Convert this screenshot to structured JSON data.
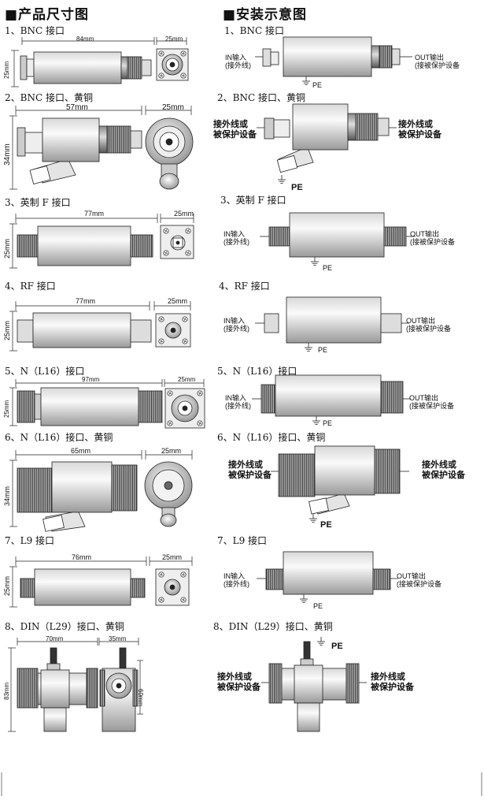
{
  "headers": {
    "left": "■产品尺寸图",
    "right": "■安装示意图"
  },
  "left": {
    "s1": {
      "title": "1、BNC 接口",
      "w": "84mm",
      "w2": "25mm",
      "h": "25mm"
    },
    "s2": {
      "title": "2、BNC 接口、黄铜",
      "w": "57mm",
      "w2": "25mm",
      "h": "34mm"
    },
    "s3": {
      "title": "3、英制 F 接口",
      "w": "77mm",
      "w2": "25mm",
      "h": "25mm"
    },
    "s4": {
      "title": "4、RF 接口",
      "w": "77mm",
      "w2": "25mm",
      "h": "25mm"
    },
    "s5": {
      "title": "5、N（L16）接口",
      "w": "97mm",
      "w2": "25mm",
      "h": "25mm"
    },
    "s6": {
      "title": "6、N（L16）接口、黄铜",
      "w": "65mm",
      "w2": "25mm",
      "h": "34mm"
    },
    "s7": {
      "title": "7、L9 接口",
      "w": "76mm",
      "w2": "25mm",
      "h": "25mm"
    },
    "s8": {
      "title": "8、DIN（L29）接口、黄铜",
      "w": "70mm",
      "w2": "35mm",
      "h": "83mm",
      "h2": "60mm"
    }
  },
  "right": {
    "s1": {
      "title": "1、BNC 接口"
    },
    "s2": {
      "title": "2、BNC 接口、黄铜"
    },
    "s3": {
      "title": "3、英制 F 接口"
    },
    "s4": {
      "title": "4、RF 接口"
    },
    "s5": {
      "title": "5、N（L16）接口"
    },
    "s6": {
      "title": "6、N（L16）接口、黄铜"
    },
    "s7": {
      "title": "7、L9 接口"
    },
    "s8": {
      "title": "8、DIN（L29）接口、黄铜"
    }
  },
  "io": {
    "in1": "IN输入",
    "in2": "(接外线)",
    "out1": "OUT输出",
    "out2": "(接被保护设备",
    "ext1": "接外线或",
    "ext2": "被保护设备",
    "pe": "PE"
  }
}
